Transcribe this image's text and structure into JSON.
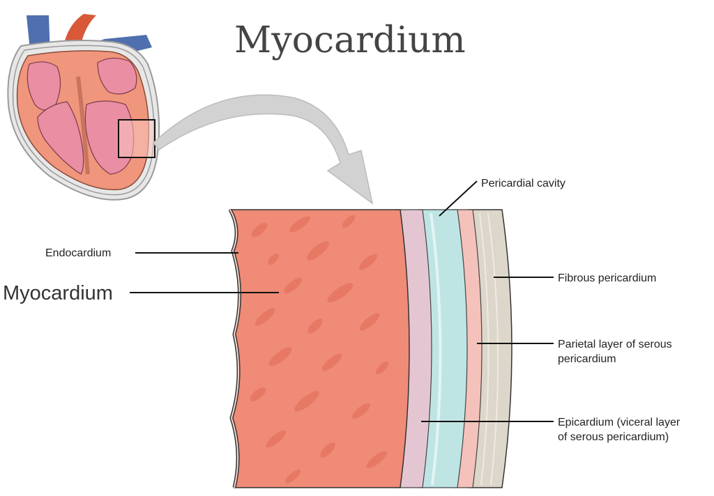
{
  "title": "Myocardium",
  "labels": {
    "pericardial_cavity": "Pericardial cavity",
    "endocardium": "Endocardium",
    "myocardium": "Myocardium",
    "fibrous_pericardium": "Fibrous pericardium",
    "parietal_line1": "Parietal layer of serous",
    "parietal_line2": "pericardium",
    "epicardium_line1": "Epicardium (viceral layer",
    "epicardium_line2": "of serous pericardium)"
  },
  "colors": {
    "myocardium": "#ef8b76",
    "myocardium_streak": "#e67762",
    "epicardium": "#e4c6d2",
    "pericardial_cavity": "#bfe4e4",
    "parietal": "#f4c2bb",
    "fibrous": "#ddd6ca",
    "heart_muscle": "#f0967c",
    "heart_chamber": "#ea8ea4",
    "vein": "#4f6fae",
    "artery": "#d85838",
    "arrow": "#cfcfcf"
  }
}
